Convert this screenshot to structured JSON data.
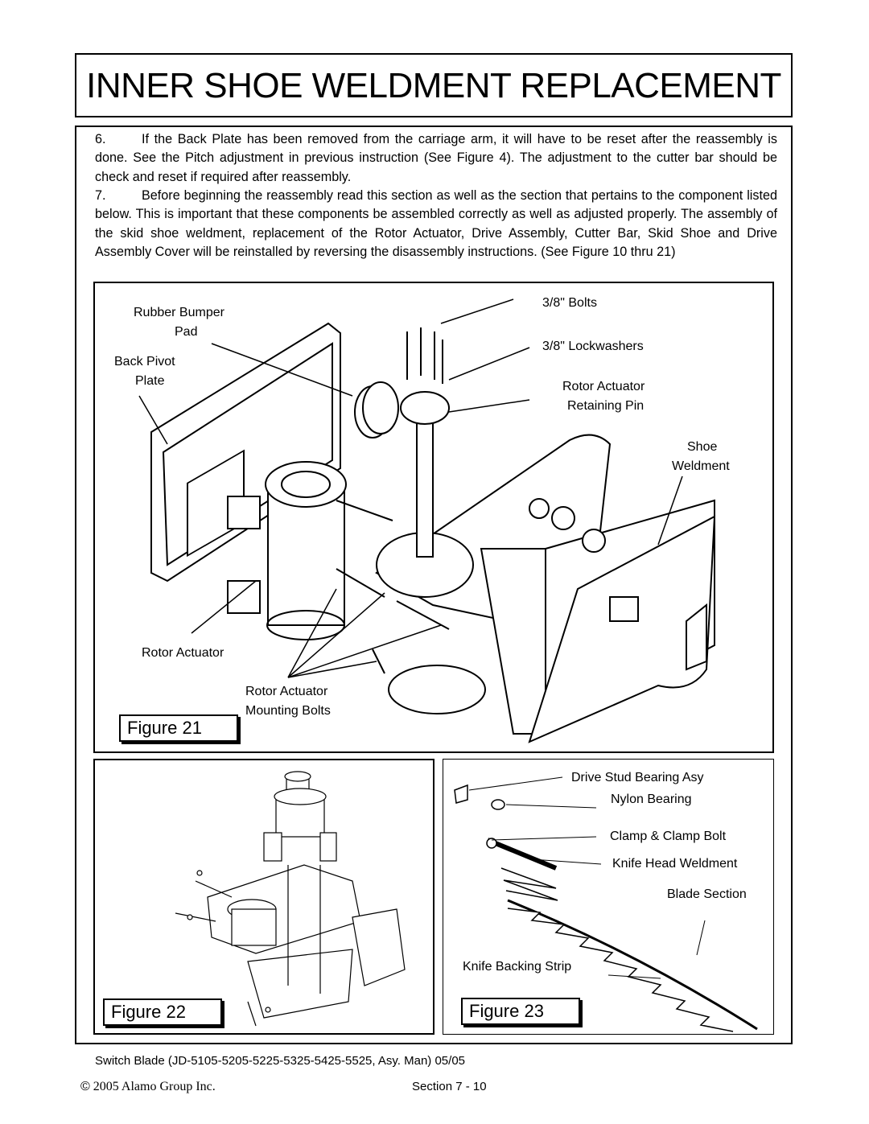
{
  "title": "INNER SHOE WELDMENT REPLACEMENT",
  "steps": [
    {
      "num": "6.",
      "text": "If the Back Plate has been removed from  the carriage arm, it will have to be reset after the reassembly is done. See the Pitch adjustment in previous instruction (See Figure 4). The adjustment to the cutter bar should be check and reset if required after reassembly."
    },
    {
      "num": "7.",
      "text": "Before beginning the reassembly read this section as well as the section that pertains to the component listed below. This is important that these components be assembled correctly as well as adjusted properly. The assembly of the skid shoe weldment, replacement of the Rotor Actuator, Drive Assembly, Cutter Bar, Skid Shoe and Drive Assembly Cover will be reinstalled by reversing the disassembly instructions. (See Figure 10 thru 21)"
    }
  ],
  "figure21": {
    "label": "Figure  21",
    "callouts": {
      "rubber_bumper": "Rubber Bumper",
      "rubber_bumper_2": "Pad",
      "back_pivot": "Back Pivot",
      "back_pivot_2": "Plate",
      "bolts": "3/8\" Bolts",
      "lockwashers": "3/8\" Lockwashers",
      "retaining_pin": "Rotor Actuator",
      "retaining_pin_2": "Retaining Pin",
      "shoe": "Shoe",
      "shoe_2": "Weldment",
      "rotor_actuator": "Rotor Actuator",
      "mounting_bolts": "Rotor Actuator",
      "mounting_bolts_2": "Mounting Bolts"
    }
  },
  "figure22": {
    "label": "Figure  22"
  },
  "figure23": {
    "label": "Figure  23",
    "callouts": {
      "drive_stud": "Drive Stud Bearing Asy",
      "nylon_bearing": "Nylon Bearing",
      "clamp": "Clamp & Clamp Bolt",
      "knife_head": "Knife Head Weldment",
      "blade_section": "Blade Section",
      "backing_strip": "Knife Backing Strip"
    }
  },
  "footer": {
    "manual": "Switch Blade  (JD-5105-5205-5225-5325-5425-5525,   Asy.  Man) 05/05",
    "copyright_symbol": "©",
    "copyright_text": " 2005 Alamo Group Inc.",
    "section": "Section 7 - 10"
  }
}
